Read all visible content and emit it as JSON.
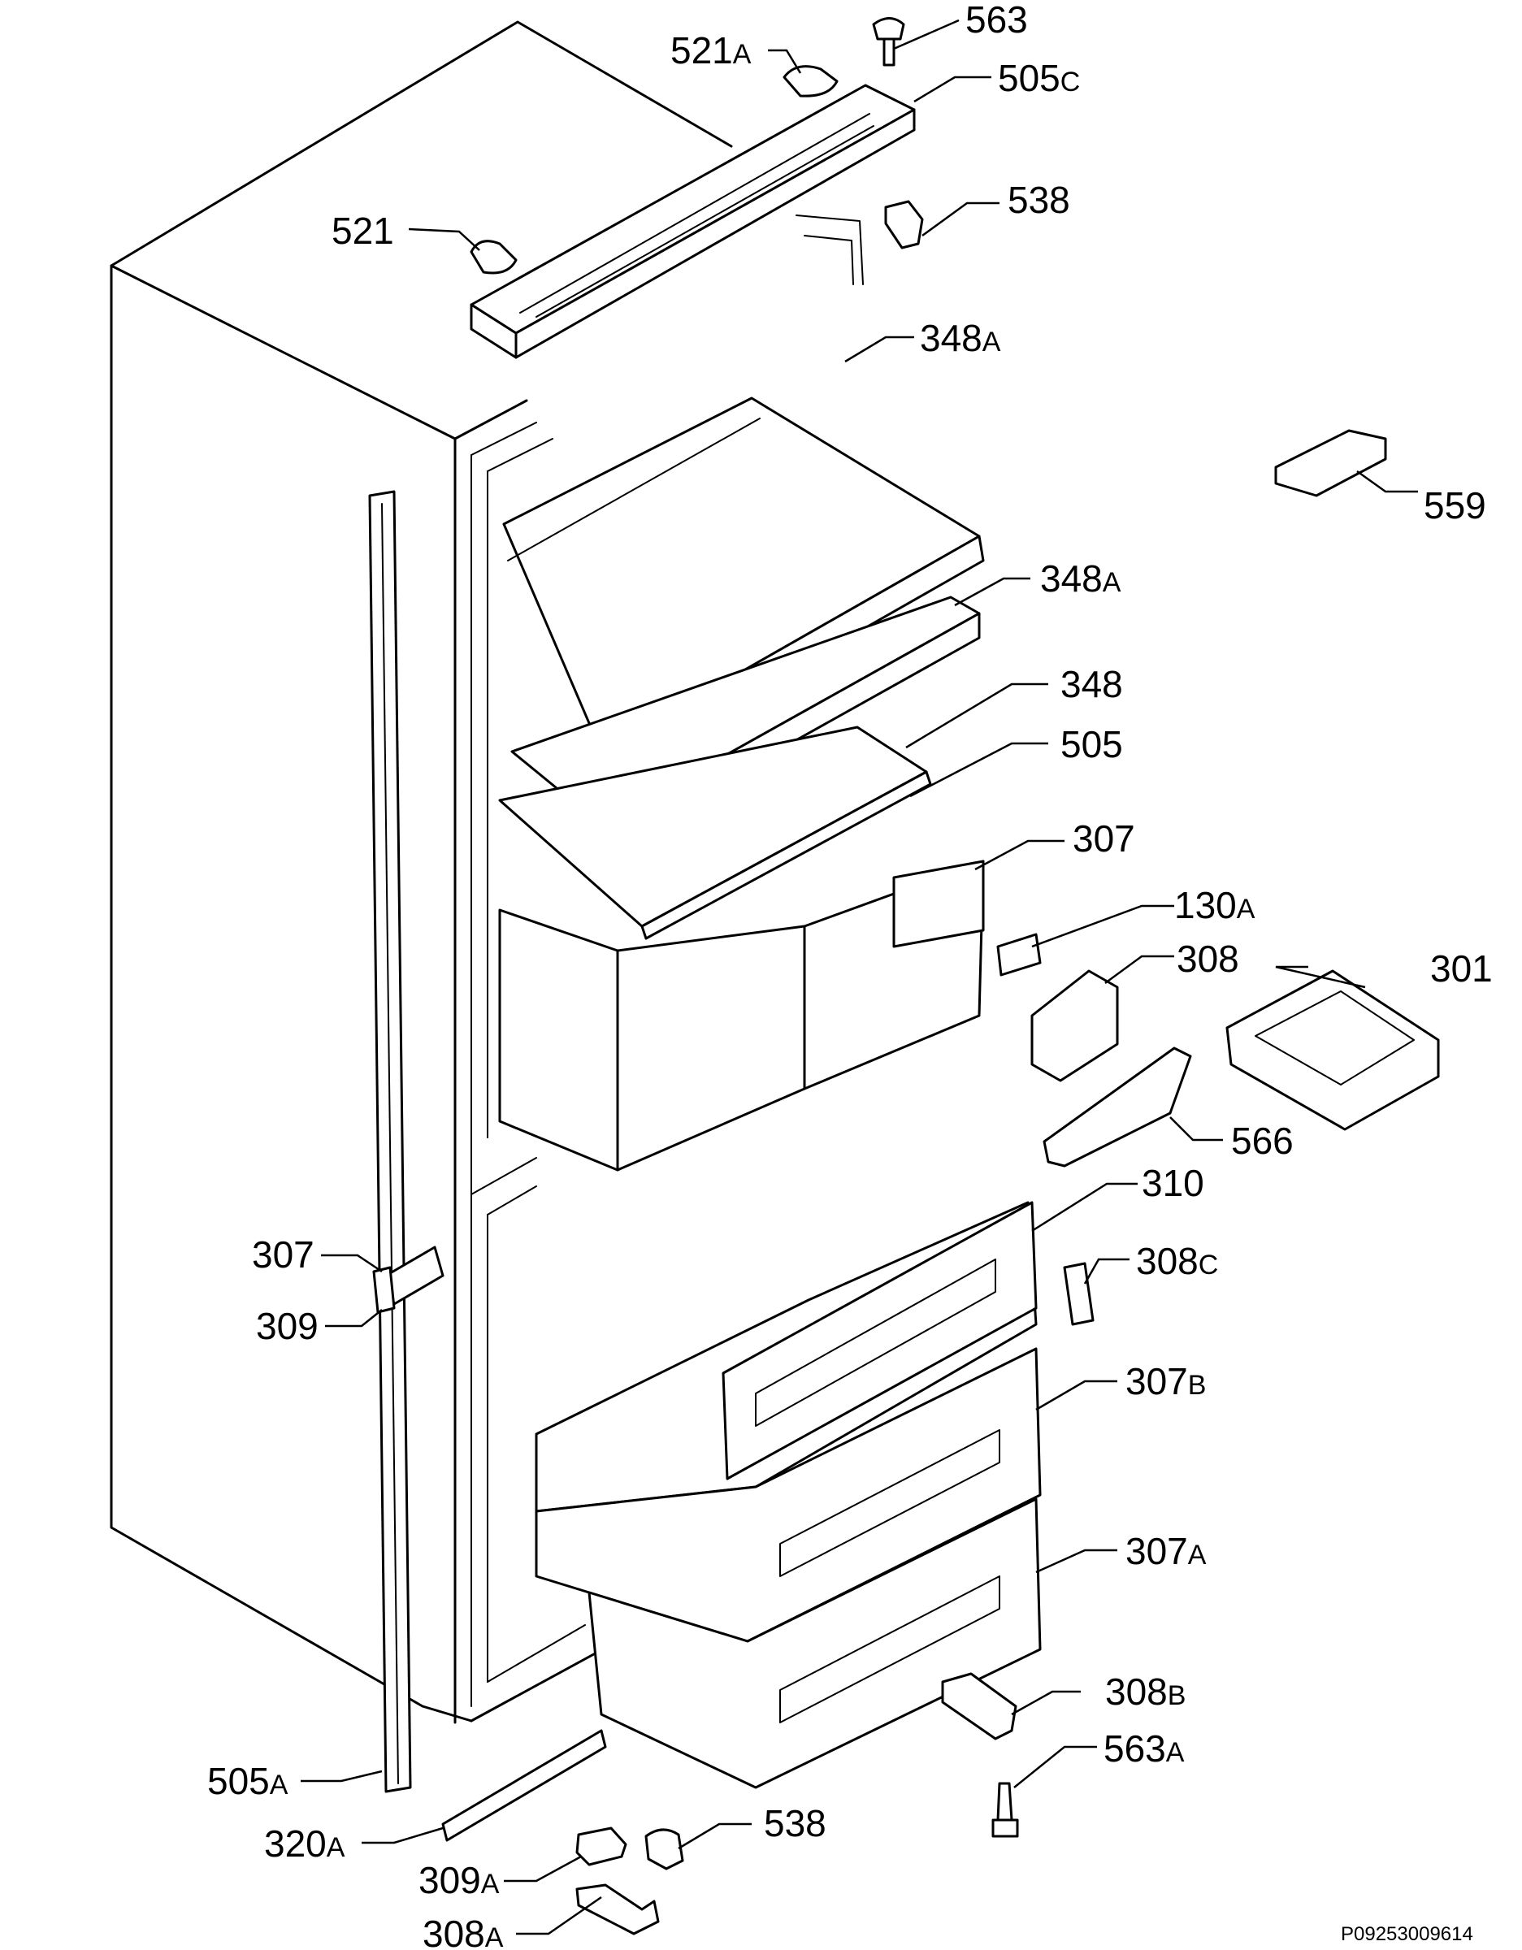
{
  "document_code": "P09253009614",
  "labels": [
    {
      "id": "563",
      "num": "563",
      "suffix": ""
    },
    {
      "id": "521a",
      "num": "521",
      "suffix": "A"
    },
    {
      "id": "505c",
      "num": "505",
      "suffix": "C"
    },
    {
      "id": "538-top",
      "num": "538",
      "suffix": ""
    },
    {
      "id": "521",
      "num": "521",
      "suffix": ""
    },
    {
      "id": "348a-1",
      "num": "348",
      "suffix": "A"
    },
    {
      "id": "559",
      "num": "559",
      "suffix": ""
    },
    {
      "id": "348a-2",
      "num": "348",
      "suffix": "A"
    },
    {
      "id": "348",
      "num": "348",
      "suffix": ""
    },
    {
      "id": "505",
      "num": "505",
      "suffix": ""
    },
    {
      "id": "307-top",
      "num": "307",
      "suffix": ""
    },
    {
      "id": "130a",
      "num": "130",
      "suffix": "A"
    },
    {
      "id": "308",
      "num": "308",
      "suffix": ""
    },
    {
      "id": "301",
      "num": "301",
      "suffix": ""
    },
    {
      "id": "566",
      "num": "566",
      "suffix": ""
    },
    {
      "id": "310",
      "num": "310",
      "suffix": ""
    },
    {
      "id": "307-left",
      "num": "307",
      "suffix": ""
    },
    {
      "id": "308c",
      "num": "308",
      "suffix": "C"
    },
    {
      "id": "309",
      "num": "309",
      "suffix": ""
    },
    {
      "id": "307b",
      "num": "307",
      "suffix": "B"
    },
    {
      "id": "307a",
      "num": "307",
      "suffix": "A"
    },
    {
      "id": "308b",
      "num": "308",
      "suffix": "B"
    },
    {
      "id": "563a",
      "num": "563",
      "suffix": "A"
    },
    {
      "id": "505a",
      "num": "505",
      "suffix": "A"
    },
    {
      "id": "320a",
      "num": "320",
      "suffix": "A"
    },
    {
      "id": "538-bottom",
      "num": "538",
      "suffix": ""
    },
    {
      "id": "309a",
      "num": "309",
      "suffix": "A"
    },
    {
      "id": "308a",
      "num": "308",
      "suffix": "A"
    }
  ]
}
